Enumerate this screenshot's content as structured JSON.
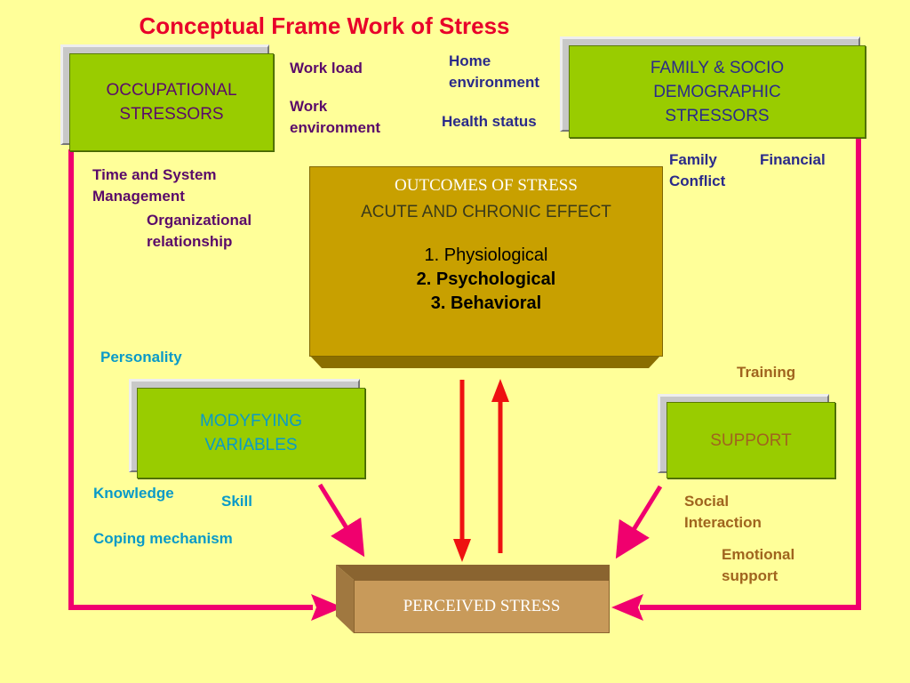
{
  "title": "Conceptual Frame Work of Stress",
  "occupational": {
    "box_label": "OCCUPATIONAL STRESSORS",
    "factors": [
      "Work load",
      "Work environment",
      "Time and System Management",
      "Organizational relationship"
    ]
  },
  "family": {
    "box_label": "FAMILY & SOCIO DEMOGRAPHIC STRESSORS",
    "factors": [
      "Home environment",
      "Health status",
      "Family Conflict",
      "Financial"
    ]
  },
  "outcomes": {
    "heading": "OUTCOMES OF STRESS",
    "subheading": "ACUTE AND CHRONIC EFFECT",
    "items": [
      "1. Physiological",
      "2. Psychological",
      "3. Behavioral"
    ]
  },
  "modifying": {
    "box_label": "MODYFYING VARIABLES",
    "factors": [
      "Personality",
      "Knowledge",
      "Skill",
      "Coping mechanism"
    ]
  },
  "support": {
    "box_label": "SUPPORT",
    "factors": [
      "Training",
      "Social Interaction",
      "Emotional support"
    ]
  },
  "perceived": {
    "label": "PERCEIVED STRESS"
  },
  "colors": {
    "background": "#ffff99",
    "title": "#e8002a",
    "arrow_pink": "#f0006e",
    "arrow_red": "#ee1111",
    "green_box": "#99cc00",
    "outcome_box": "#c8a000",
    "perceived_box": "#c89a5a"
  }
}
